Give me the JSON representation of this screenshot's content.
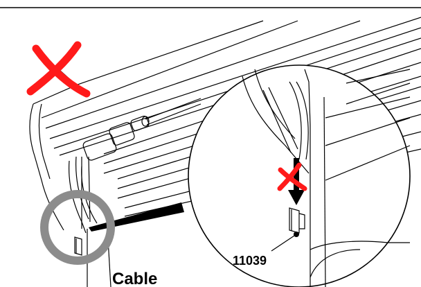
{
  "labels": {
    "cable": "Cable",
    "part_number": "11039"
  },
  "colors": {
    "line": "#000000",
    "cross_mark": "#ff1a1a",
    "highlight_ring": "#8c8c8c",
    "background": "#ffffff"
  },
  "icons": [
    "incorrect-cross-icon",
    "incorrect-cross-icon-small",
    "down-arrow-icon",
    "highlight-ring"
  ]
}
